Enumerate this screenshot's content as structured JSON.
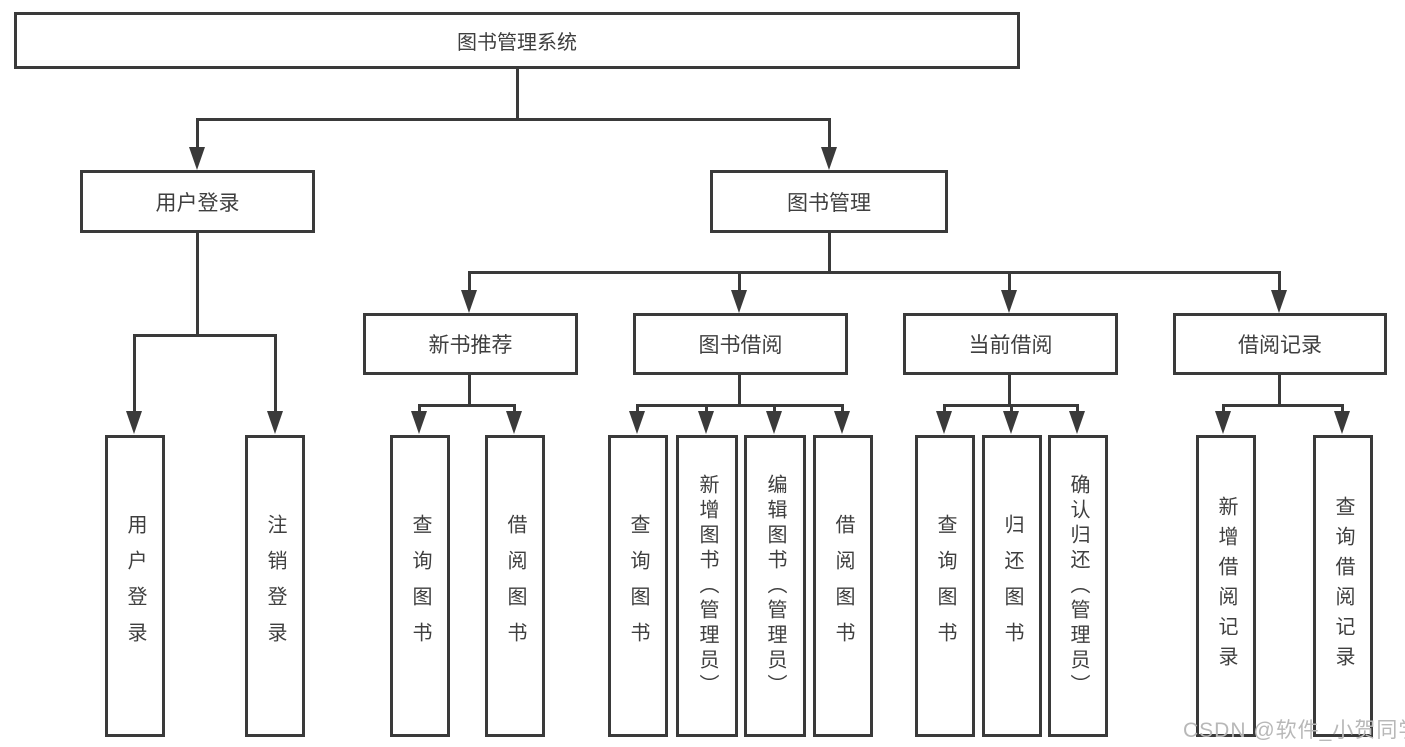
{
  "diagram": {
    "root_label": "图书管理系统",
    "nodes": {
      "user_login": "用户登录",
      "book_management": "图书管理",
      "new_book_recommend": "新书推荐",
      "book_borrowing": "图书借阅",
      "current_borrowing": "当前借阅",
      "borrowing_records": "借阅记录"
    },
    "leaves": {
      "user_login": [
        "用户登录",
        "注销登录"
      ],
      "new_book_recommend": [
        "查询图书",
        "借阅图书"
      ],
      "book_borrowing": [
        "查询图书",
        "新增图书（管理员）",
        "编辑图书（管理员）",
        "借阅图书"
      ],
      "current_borrowing": [
        "查询图书",
        "归还图书",
        "确认归还（管理员）"
      ],
      "borrowing_records": [
        "新增借阅记录",
        "查询借阅记录"
      ]
    },
    "colors": {
      "line": "#3a3a3a",
      "text": "#3f3f3f",
      "watermark": "#b8b8b8",
      "background": "#ffffff"
    }
  },
  "watermark_text": "CSDN @软件_小贺同学"
}
